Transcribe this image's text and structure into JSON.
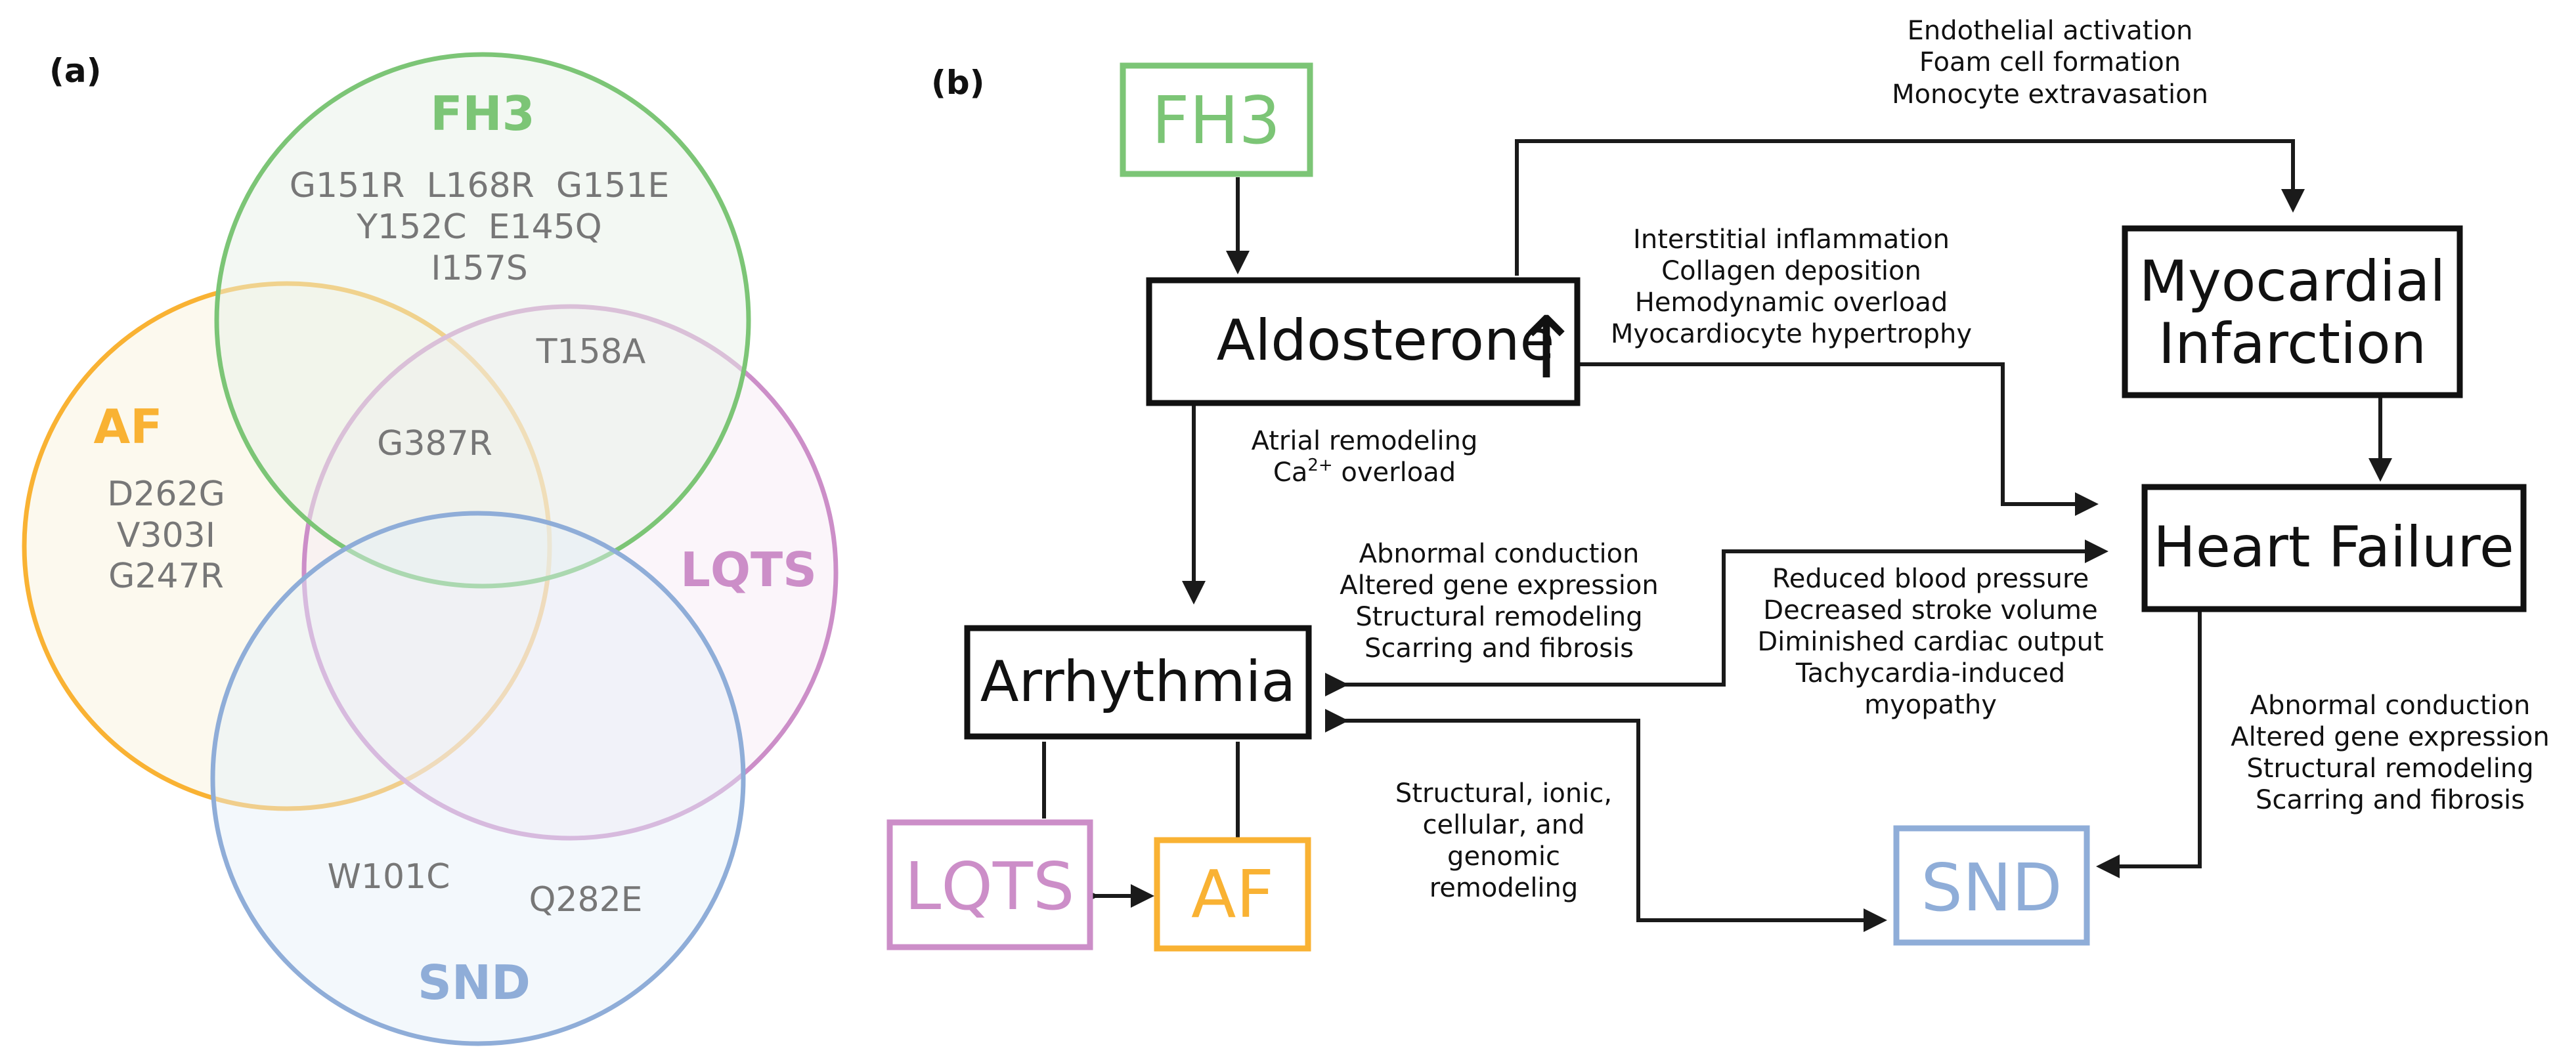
{
  "panel_a": {
    "label": "(a)",
    "sets": {
      "fh3": {
        "name": "FH3",
        "color": "#7cc576",
        "fill": "#e8f1e8"
      },
      "af": {
        "name": "AF",
        "color": "#f9b233",
        "fill": "#faf3dd"
      },
      "lqts": {
        "name": "LQTS",
        "color": "#cc8ec8",
        "fill": "#f7e8f5"
      },
      "snd": {
        "name": "SND",
        "color": "#8fadd8",
        "fill": "#e4f0f8"
      }
    },
    "regions": {
      "fh3_only": [
        "G151R  L168R  G151E",
        "Y152C  E145Q",
        "I157S"
      ],
      "fh3_lqts": [
        "T158A"
      ],
      "fh3_af_lqts": [
        "G387R"
      ],
      "af_only": [
        "D262G",
        "V303I",
        "G247R"
      ],
      "snd_left": [
        "W101C"
      ],
      "snd_right": [
        "Q282E"
      ]
    }
  },
  "panel_b": {
    "label": "(b)",
    "nodes": {
      "fh3": {
        "label": "FH3",
        "color": "#7cc576"
      },
      "aldosterone": {
        "label": "Aldosterone",
        "arrow_glyph": "↑"
      },
      "myocardial_infarction": {
        "line1": "Myocardial",
        "line2": "Infarction"
      },
      "heart_failure": {
        "label": "Heart Failure"
      },
      "arrhythmia": {
        "label": "Arrhythmia"
      },
      "lqts": {
        "label": "LQTS",
        "color": "#cc8ec8"
      },
      "af": {
        "label": "AF",
        "color": "#f9b233"
      },
      "snd": {
        "label": "SND",
        "color": "#8fadd8"
      }
    },
    "annotations": {
      "endothelial": [
        "Endothelial activation",
        "Foam cell formation",
        "Monocyte extravasation"
      ],
      "interstitial": [
        "Interstitial inflammation",
        "Collagen deposition",
        "Hemodynamic overload",
        "Myocardiocyte hypertrophy"
      ],
      "atrial": {
        "line1": "Atrial remodeling",
        "ca": "Ca",
        "ca_sup": "2+",
        "ca_rest": " overload"
      },
      "abnormal_left": [
        "Abnormal conduction",
        "Altered gene expression",
        "Structural remodeling",
        "Scarring and fibrosis"
      ],
      "reduced": [
        "Reduced blood pressure",
        "Decreased stroke volume",
        "Diminished cardiac output",
        "Tachycardia-induced",
        "myopathy"
      ],
      "structural_ionic": [
        "Structural, ionic,",
        "cellular, and",
        "genomic",
        "remodeling"
      ],
      "abnormal_right": [
        "Abnormal conduction",
        "Altered gene expression",
        "Structural remodeling",
        "Scarring and fibrosis"
      ]
    }
  }
}
